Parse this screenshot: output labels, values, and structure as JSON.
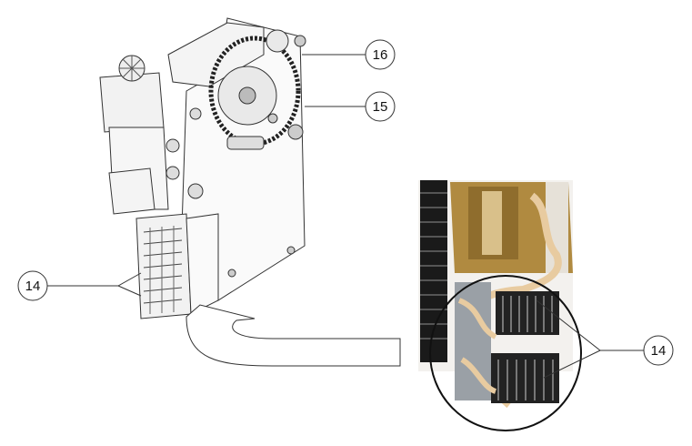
{
  "callouts": {
    "c14_left": "14",
    "c16": "16",
    "c15": "15",
    "c14_right": "14"
  },
  "colors": {
    "line": "#333333",
    "photo_dark": "#1a1a1a",
    "photo_metal": "#b08a40",
    "photo_cable": "#e8cba0"
  }
}
